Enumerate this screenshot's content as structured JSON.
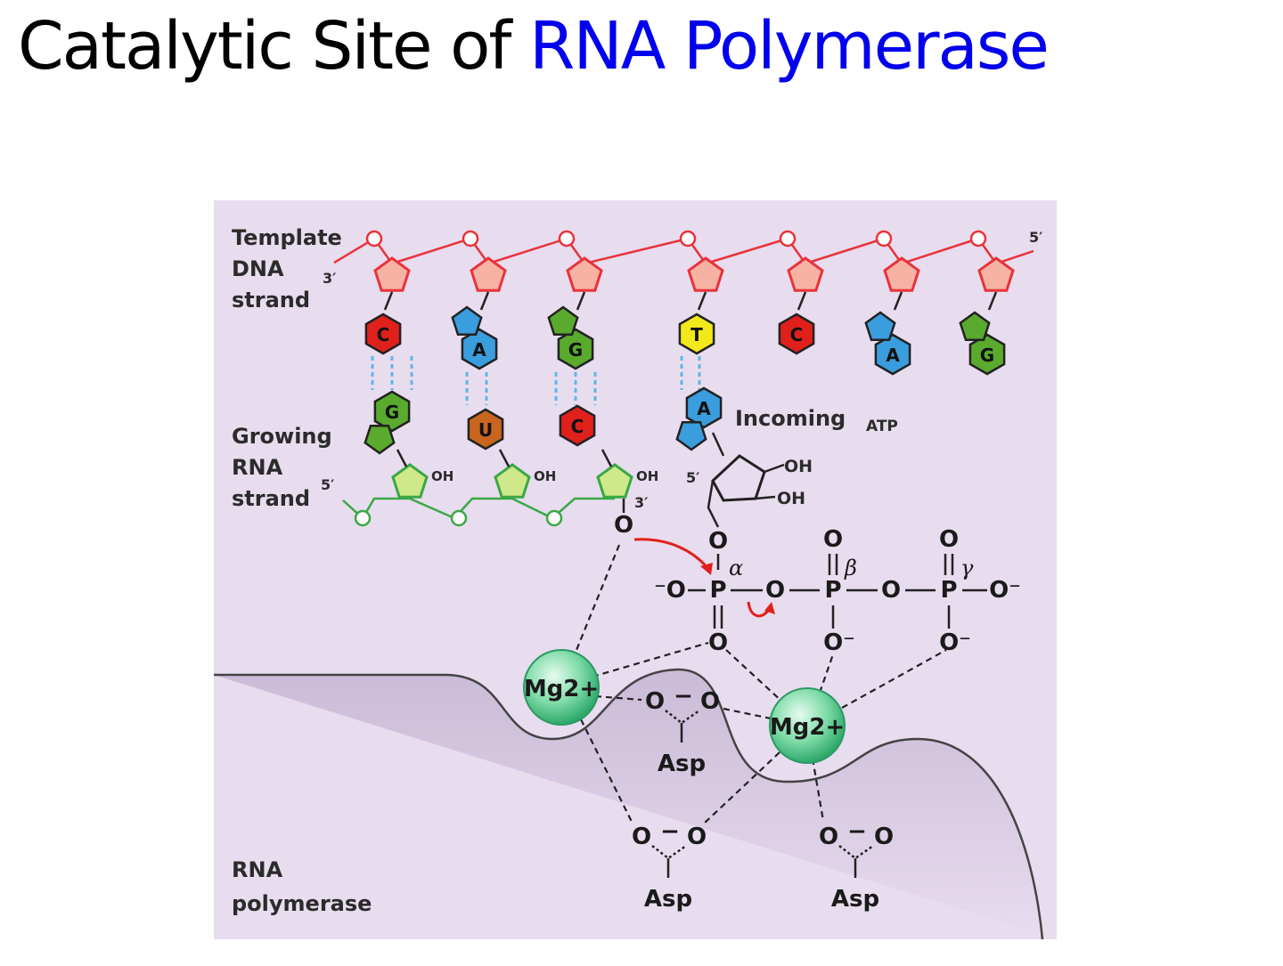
{
  "title": {
    "main": "Catalytic Site of ",
    "accent": "RNA Polymerase"
  },
  "colors": {
    "accent": "#0000ee",
    "panel": "#e8dcef",
    "dna_backbone": "#e8333a",
    "rna_backbone": "#3aa845",
    "cytosine": "#e0201b",
    "adenine": "#3a9ddd",
    "guanine": "#5aaa2e",
    "thymine": "#f2e81a",
    "uracil": "#c8661f",
    "magnesium": "#6fd39a",
    "hbond": "#5bb7e8"
  },
  "labels": {
    "template": [
      "Template",
      "DNA",
      "strand"
    ],
    "growing": [
      "Growing",
      "RNA",
      "strand"
    ],
    "incoming": "Incoming",
    "atp": "ATP",
    "polymerase": [
      "RNA",
      "polymerase"
    ]
  },
  "primes": {
    "dna_3": "3′",
    "dna_5": "5′",
    "rna_5": "5′",
    "rna_3": "3′",
    "atp_5": "5′"
  },
  "dna_bases": [
    "C",
    "A",
    "G",
    "T",
    "C",
    "A",
    "G"
  ],
  "rna_bases": [
    "G",
    "U",
    "C",
    "A"
  ],
  "hydroxyl": "OH",
  "phosphate": {
    "o_minus_left": "⁻O",
    "p": "P",
    "o": "O",
    "o_minus": "O⁻",
    "alpha": "α",
    "beta": "β",
    "gamma": "γ"
  },
  "metal_ion": "Mg2+",
  "residue": "Asp",
  "carboxylate_o": "O",
  "carboxylate_minus": "−"
}
